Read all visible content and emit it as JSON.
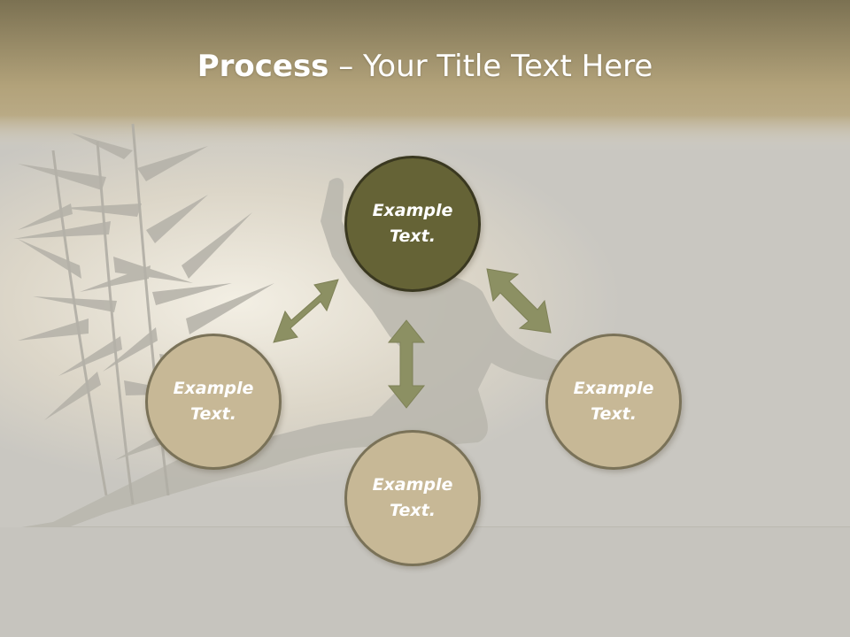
{
  "slide": {
    "title_bold": "Process",
    "title_rest": " – Your Title Text Here"
  },
  "nodes": [
    {
      "label": "Example Text.",
      "role": "center"
    },
    {
      "label": "Example Text.",
      "role": "left"
    },
    {
      "label": "Example Text.",
      "role": "right"
    },
    {
      "label": "Example Text.",
      "role": "bottom"
    }
  ],
  "colors": {
    "banner_top": "#7b7152",
    "banner_bottom": "#b5a47b",
    "center_circle": "#656336",
    "outer_circle": "#c7b896",
    "arrow": "#8c9063"
  }
}
